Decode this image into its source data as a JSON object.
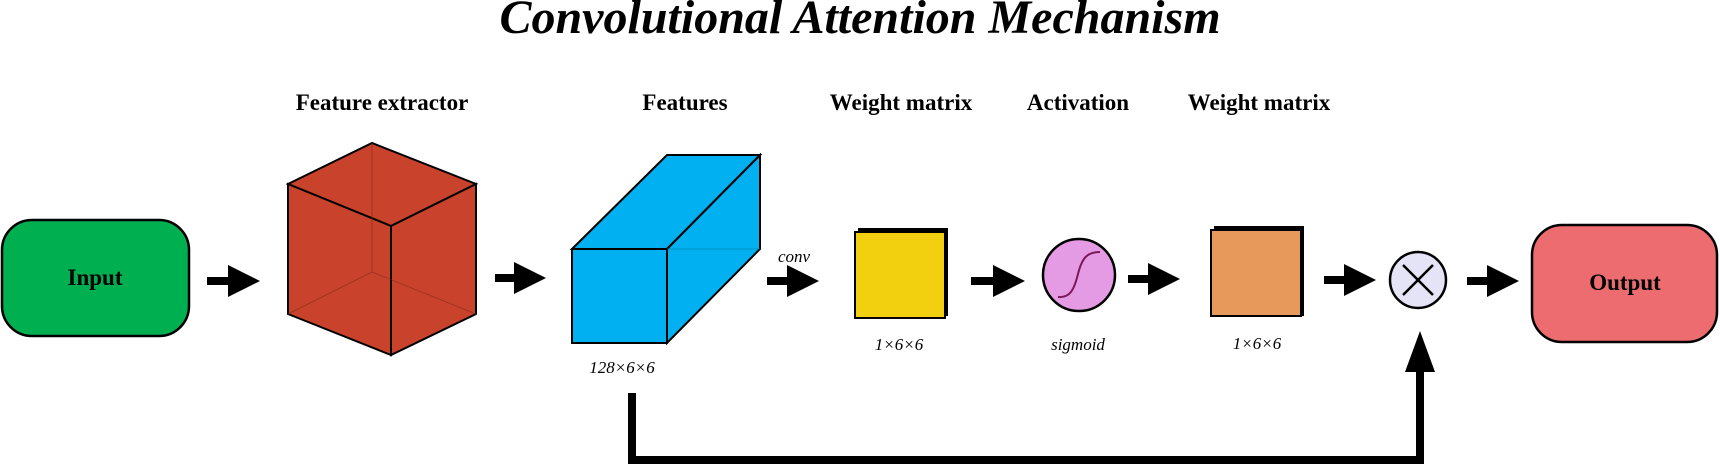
{
  "title": "Convolutional Attention Mechanism",
  "stages": {
    "input": "Input",
    "feature_extractor": "Feature extractor",
    "features": "Features",
    "weight_matrix_1": "Weight matrix",
    "activation": "Activation",
    "weight_matrix_2": "Weight matrix",
    "output": "Output"
  },
  "annotations": {
    "features_dim": "128×6×6",
    "conv": "conv",
    "weight_matrix_1_dim": "1×6×6",
    "activation_fn": "sigmoid",
    "weight_matrix_2_dim": "1×6×6"
  },
  "colors": {
    "input": "#00AF50",
    "feature_cube": "#C9432C",
    "features_block": "#00B0F0",
    "weight_matrix_1": "#F2D00F",
    "activation": "#E59BE3",
    "weight_matrix_2": "#E6995A",
    "multiply": "#E4E4F6",
    "output": "#EC6C6F"
  },
  "icons": {
    "multiply": "circled-times-icon",
    "activation": "sigmoid-curve-icon"
  }
}
